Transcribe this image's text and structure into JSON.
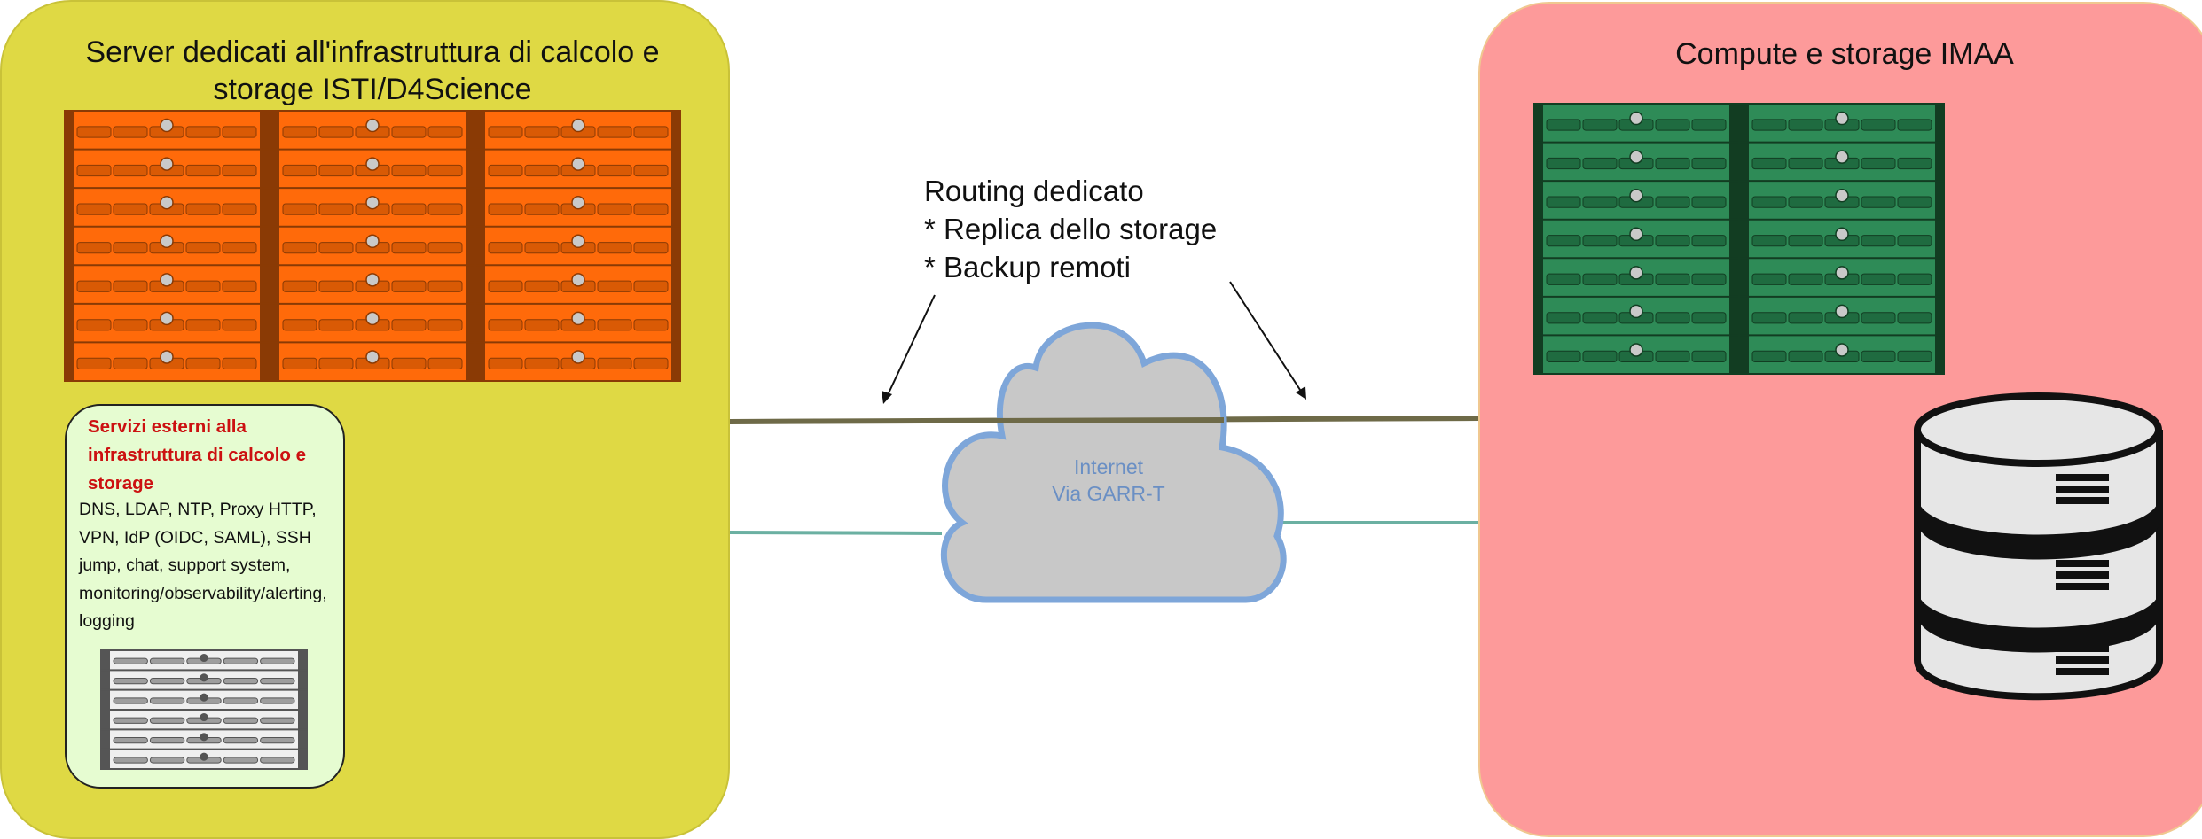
{
  "left_panel": {
    "title_line1": "Server dedicati all'infrastruttura di calcolo e",
    "title_line2": "storage ISTI/D4Science",
    "rack_color": "#ff6a0a"
  },
  "services": {
    "title_line1": "Servizi esterni alla",
    "title_line2": "infrastruttura di calcolo e",
    "title_line3": "storage",
    "body": [
      "DNS, LDAP, NTP, Proxy HTTP,",
      "VPN, IdP (OIDC, SAML), SSH",
      "jump, chat, support system,",
      "monitoring/observability/alerting,",
      "logging"
    ]
  },
  "routing": {
    "line1": "Routing dedicato",
    "line2": "* Replica dello storage",
    "line3": "* Backup remoti"
  },
  "cloud": {
    "line1": "Internet",
    "line2": "Via GARR-T",
    "fill": "#c8c8c8",
    "stroke": "#7ea6d9"
  },
  "right_panel": {
    "title": "Compute e storage IMAA",
    "rack_color": "#2e8b57"
  },
  "colors": {
    "left_bg": "#dfd944",
    "right_bg": "#fd9a9a",
    "link_top": "#6e6a48",
    "link_bottom": "#6bb0a2"
  },
  "icons": {
    "left_servers": "server-rack-icon",
    "small_server": "server-rack-icon",
    "right_servers": "server-rack-icon",
    "database": "database-icon",
    "cloud": "cloud-icon"
  }
}
